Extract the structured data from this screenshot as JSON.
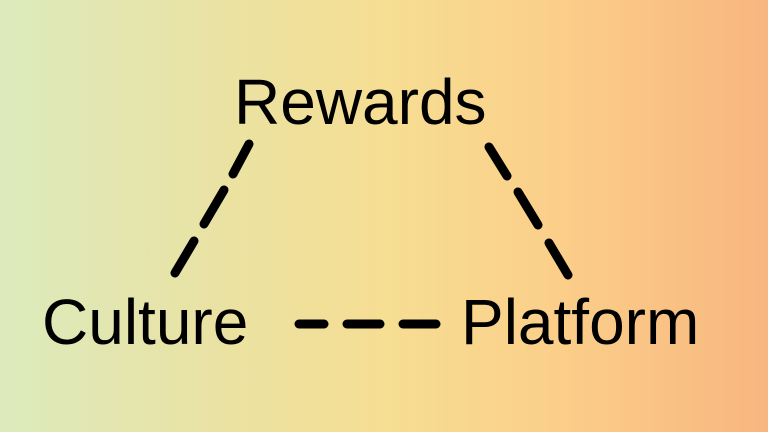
{
  "diagram": {
    "nodes": {
      "rewards": {
        "label": "Rewards"
      },
      "culture": {
        "label": "Culture"
      },
      "platform": {
        "label": "Platform"
      }
    },
    "edges": [
      {
        "from": "rewards",
        "to": "culture",
        "style": "dashed"
      },
      {
        "from": "rewards",
        "to": "platform",
        "style": "dashed"
      },
      {
        "from": "culture",
        "to": "platform",
        "style": "dashed"
      }
    ]
  },
  "colors": {
    "text": "#000000",
    "background_left": "#dcebbd",
    "background_right": "#f8b67f"
  }
}
